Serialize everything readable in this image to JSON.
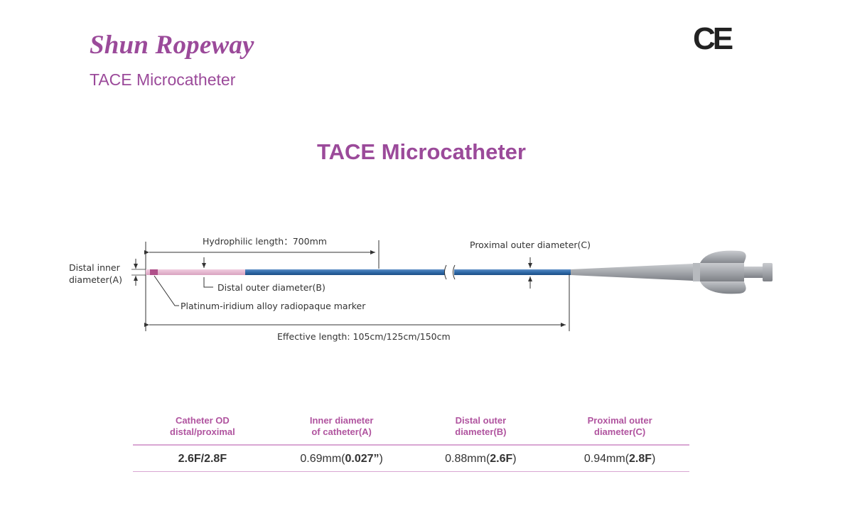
{
  "header": {
    "brand": "Shun Ropeway",
    "subtitle": "TACE Microcatheter",
    "mark": "CE"
  },
  "page_title": "TACE Microcatheter",
  "diagram": {
    "hydrophilic_label": "Hydrophilic length：700mm",
    "proximal_od_label": "Proximal outer diameter(C)",
    "distal_inner_label_line1": "Distal inner",
    "distal_inner_label_line2": "diameter(A)",
    "distal_od_label": "Distal outer diameter(B)",
    "marker_label": "Platinum-iridium alloy radiopaque marker",
    "effective_length_label": "Effective length: 105cm/125cm/150cm",
    "colors": {
      "shaft": "#2f6aa8",
      "distal_tip": "#e4b7cf",
      "marker": "#b0508a",
      "hub": "#a9acb1"
    }
  },
  "spec_table": {
    "headers": [
      {
        "line1": "Catheter OD",
        "line2": "distal/proximal"
      },
      {
        "line1": "Inner diameter",
        "line2": "of catheter(A)"
      },
      {
        "line1": "Distal outer",
        "line2": "diameter(B)"
      },
      {
        "line1": "Proximal outer",
        "line2": "diameter(C)"
      }
    ],
    "row": {
      "od": "2.6F/2.8F",
      "inner_mm": "0.69mm(",
      "inner_in": "0.027”",
      "inner_close": ")",
      "distal_mm": "0.88mm(",
      "distal_f": "2.6F",
      "distal_close": ")",
      "proximal_mm": "0.94mm(",
      "proximal_f": "2.8F",
      "proximal_close": ")"
    },
    "accent_color": "#b0549f",
    "rule_color": "#d9a7d3"
  }
}
